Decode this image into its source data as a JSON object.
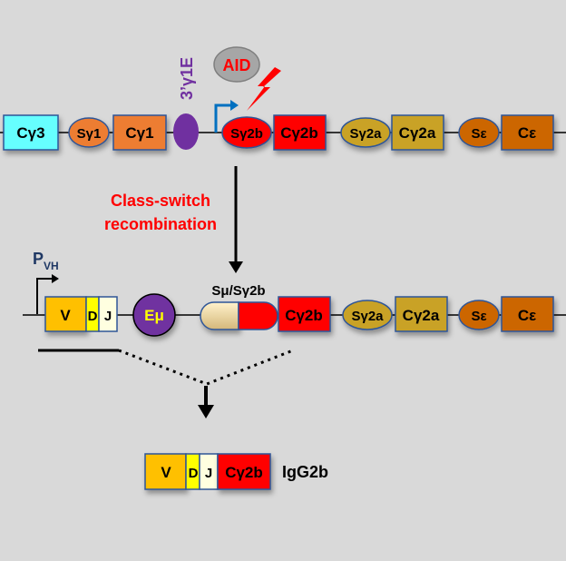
{
  "top_locus": {
    "segments": {
      "cg3": "Cγ3",
      "sg1": "Sγ1",
      "cg1": "Cγ1",
      "sg2b": "Sγ2b",
      "cg2b": "Cγ2b",
      "sg2a": "Sγ2a",
      "cg2a": "Cγ2a",
      "se": "Sε",
      "ce": "Cε"
    },
    "enhancer_label": "3’γ1E",
    "aid_label": "AID"
  },
  "process_label_line1": "Class-switch",
  "process_label_line2": "recombination",
  "recombined_locus": {
    "promoter_label": "P",
    "promoter_subscript": "VH",
    "v": "V",
    "d": "D",
    "j": "J",
    "emu": "Eμ",
    "hybrid_switch_label": "Sμ/Sγ2b",
    "cg2b": "Cγ2b",
    "sg2a": "Sγ2a",
    "cg2a": "Cγ2a",
    "se": "Sε",
    "ce": "Cε"
  },
  "product": {
    "v": "V",
    "d": "D",
    "j": "J",
    "cg2b": "Cγ2b",
    "label": "IgG2b"
  },
  "colors": {
    "background": "#d9d9d9",
    "cg3": "#66ffff",
    "g1": "#ed7d31",
    "enhancer": "#7030a0",
    "aid_fill": "#a6a6a6",
    "red": "#ff0000",
    "gold": "#c9a227",
    "epsilon": "#cc6600",
    "v_segment": "#ffc000",
    "d_segment": "#ffff00",
    "j_segment": "#ffffe0",
    "text_red": "#ff0000",
    "promoter_label": "#1f3864",
    "promoter_arrow_blue": "#0070c0"
  }
}
